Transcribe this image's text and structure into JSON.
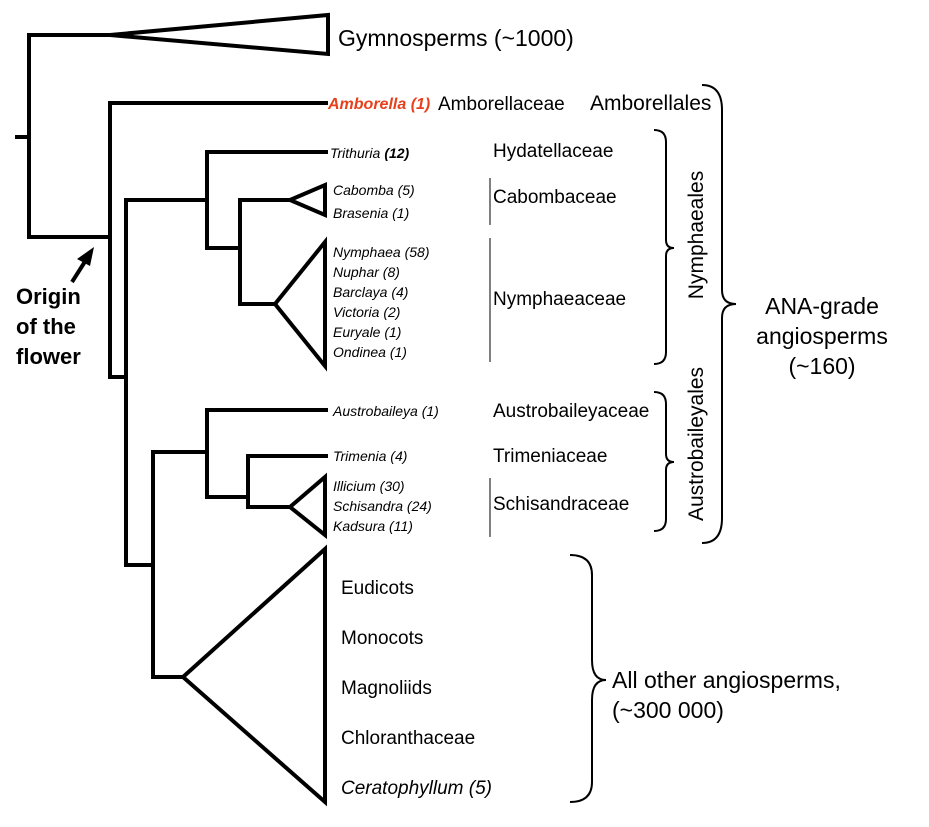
{
  "clades": {
    "gymnosperms": "Gymnosperms (~1000)",
    "amborella_genus": "Amborella",
    "amborella_count": " (1)",
    "amborellaceae": "Amborellaceae",
    "amborellales": "Amborellales",
    "trithuria_genus": "Trithuria",
    "trithuria_count": "(12)",
    "hydatellaceae": "Hydatellaceae",
    "cabomba": "Cabomba (5)",
    "brasenia": "Brasenia (1)",
    "cabombaceae": "Cabombaceae",
    "nymphaea": "Nymphaea (58)",
    "nuphar": "Nuphar (8)",
    "barclaya": "Barclaya (4)",
    "victoria": "Victoria (2)",
    "euryale": "Euryale (1)",
    "ondinea": "Ondinea (1)",
    "nymphaeaceae": "Nymphaeaceae",
    "nymphaeales": "Nymphaeales",
    "austrobaileya": "Austrobaileya (1)",
    "austrobaileyaceae": "Austrobaileyaceae",
    "trimenia": "Trimenia (4)",
    "trimeniaceae": "Trimeniaceae",
    "illicium": "Illicium (30)",
    "schisandra": "Schisandra (24)",
    "kadsura": "Kadsura  (11)",
    "schisandraceae": "Schisandraceae",
    "austrobaileyales": "Austrobaileyales",
    "eudicots": "Eudicots",
    "monocots": "Monocots",
    "magnoliids": "Magnoliids",
    "chloranthaceae": "Chloranthaceae",
    "ceratophyllum": "Ceratophyllum (5)"
  },
  "groups": {
    "ana_line1": "ANA-grade",
    "ana_line2": "angiosperms",
    "ana_line3": "(~160)",
    "other_line1": "All other angiosperms,",
    "other_line2": "(~300 000)"
  },
  "origin": {
    "line1": "Origin",
    "line2": "of the",
    "line3": "flower"
  },
  "colors": {
    "amborella": "#e8401c",
    "lines": "#000000"
  }
}
